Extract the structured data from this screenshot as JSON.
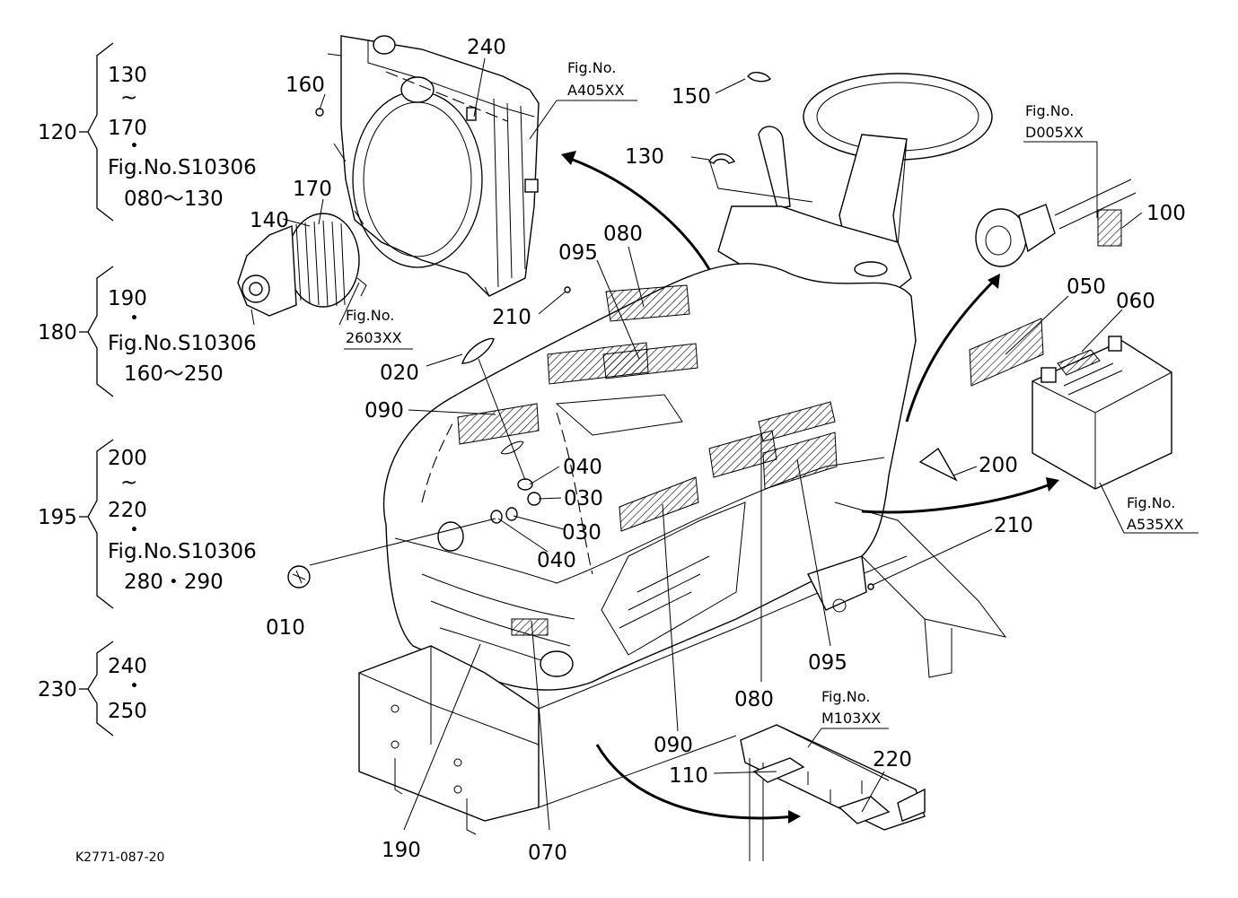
{
  "diagram_code": "K2771-087-20",
  "groups": [
    {
      "id": "120",
      "lines": [
        "130",
        "~",
        "170",
        "・",
        "Fig.No.S10306",
        "080～130"
      ]
    },
    {
      "id": "180",
      "lines": [
        "190",
        "・",
        "Fig.No.S10306",
        "160～250"
      ]
    },
    {
      "id": "195",
      "lines": [
        "200",
        "~",
        "220",
        "・",
        "Fig.No.S10306",
        "280・290"
      ]
    },
    {
      "id": "230",
      "lines": [
        "240",
        "・",
        "250"
      ]
    }
  ],
  "fig_refs": {
    "a405": {
      "title": "Fig.No.",
      "code": "A405XX"
    },
    "r2603": {
      "title": "Fig.No.",
      "code": "2603XX"
    },
    "d005": {
      "title": "Fig.No.",
      "code": "D005XX"
    },
    "a535": {
      "title": "Fig.No.",
      "code": "A535XX"
    },
    "m103": {
      "title": "Fig.No.",
      "code": "M103XX"
    }
  },
  "parts": {
    "p240": "240",
    "p160": "160",
    "p170": "170",
    "p140": "140",
    "p150": "150",
    "p130": "130",
    "p100": "100",
    "p080a": "080",
    "p095a": "095",
    "p210a": "210",
    "p050": "050",
    "p060": "060",
    "p020": "020",
    "p090a": "090",
    "p040a": "040",
    "p030a": "030",
    "p030b": "030",
    "p040b": "040",
    "p200": "200",
    "p210b": "210",
    "p010": "010",
    "p095b": "095",
    "p080b": "080",
    "p090b": "090",
    "p110": "110",
    "p220": "220",
    "p190": "190",
    "p070": "070"
  }
}
